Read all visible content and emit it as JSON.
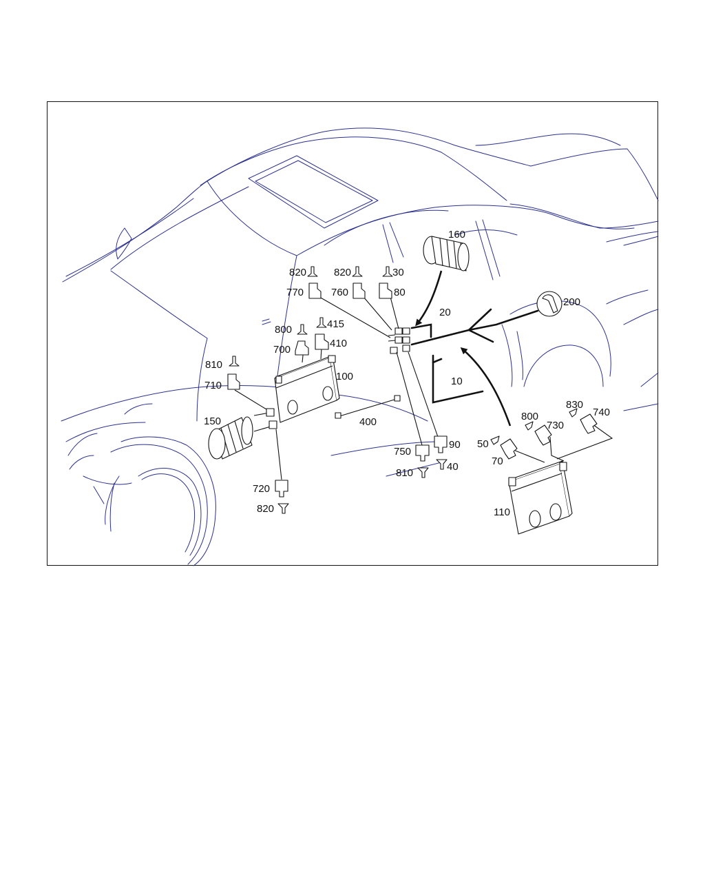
{
  "labels": {
    "l10": "10",
    "l20": "20",
    "l30": "30",
    "l40": "40",
    "l50": "50",
    "l70": "70",
    "l80": "80",
    "l90": "90",
    "l100": "100",
    "l110": "110",
    "l150": "150",
    "l160": "160",
    "l200": "200",
    "l400": "400",
    "l410": "410",
    "l415": "415",
    "l700": "700",
    "l710": "710",
    "l720": "720",
    "l730": "730",
    "l740": "740",
    "l750": "750",
    "l760": "760",
    "l770": "770",
    "l800a": "800",
    "l800b": "800",
    "l810a": "810",
    "l810b": "810",
    "l820a": "820",
    "l820b": "820",
    "l820c": "820",
    "l830": "830"
  },
  "colors": {
    "car_outline": "#2a2f8c",
    "parts": "#111111"
  },
  "icons": {
    "service": "wrench-icon",
    "connector": "connector-icon",
    "seal": "seal-cap-icon"
  }
}
